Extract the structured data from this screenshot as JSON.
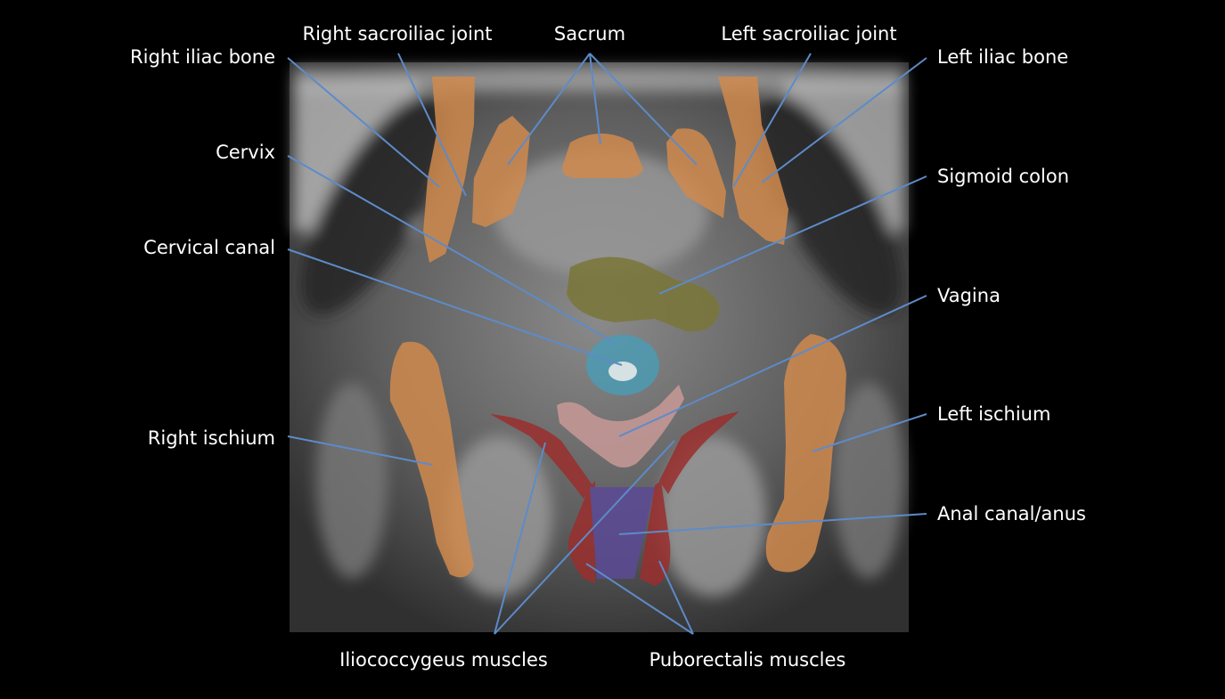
{
  "labels": {
    "right_iliac_bone": "Right iliac bone",
    "right_sacroiliac_joint": "Right sacroiliac joint",
    "sacrum": "Sacrum",
    "left_sacroiliac_joint": "Left sacroiliac joint",
    "left_iliac_bone": "Left iliac bone",
    "cervix": "Cervix",
    "sigmoid_colon": "Sigmoid colon",
    "cervical_canal": "Cervical canal",
    "vagina": "Vagina",
    "right_ischium": "Right ischium",
    "left_ischium": "Left ischium",
    "anal_canal": "Anal canal/anus",
    "iliococcygeus": "Iliococcygeus muscles",
    "puborectalis": "Puborectalis muscles"
  },
  "colors": {
    "bone": "#d08a4e",
    "sigmoid": "#7a7638",
    "cervix": "#4d9bb3",
    "cervical_canal": "#e6f3f5",
    "vagina": "#c89a98",
    "muscle": "#9a2e2e",
    "anal_canal": "#5b4a96",
    "leader": "#5d8bc9"
  }
}
